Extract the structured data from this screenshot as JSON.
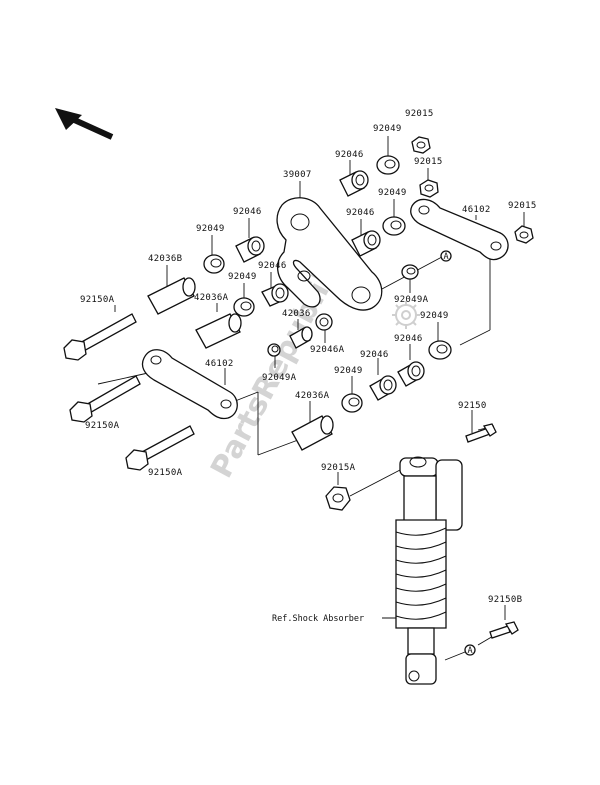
{
  "labels": {
    "p92015_top": "92015",
    "p92049_top": "92049",
    "p92046_a": "92046",
    "p92015_b": "92015",
    "p39007": "39007",
    "p92049_b": "92049",
    "p92046_b": "92046",
    "p92046_c": "92046",
    "p92049_c": "92049",
    "p46102_a": "46102",
    "p92015_c": "92015",
    "p42036b": "42036B",
    "p92049_d": "92049",
    "p92046_d": "92046",
    "p42036a_l": "42036A",
    "p92049a": "92049A",
    "p92150a_1": "92150A",
    "p42036": "42036",
    "p92049_e": "92049",
    "p92046a": "92046A",
    "p92046_e": "92046",
    "p92049a_2": "92049A",
    "p46102_b": "46102",
    "p92049_f": "92049",
    "p42036a_r": "42036A",
    "p92150a_2": "92150A",
    "p92150": "92150",
    "p92150a_3": "92150A",
    "p92015a": "92015A",
    "p92150b": "92150B",
    "ref_shock": "Ref.Shock Absorber",
    "callout_a": "A"
  },
  "watermark": "PartsRepublik",
  "colors": {
    "ink": "#111111",
    "background": "#ffffff",
    "watermark": "#d4d4d4"
  },
  "icons": {
    "direction": "arrow-up-left-icon",
    "gear": "gear-icon"
  }
}
